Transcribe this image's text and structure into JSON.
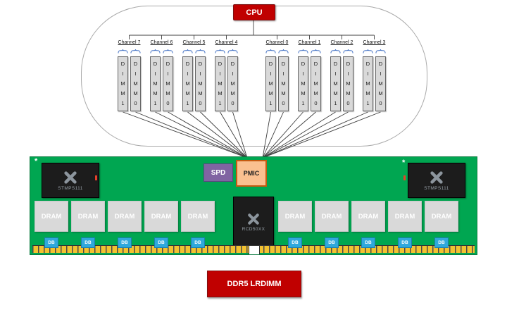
{
  "cpu_label": "CPU",
  "channels": [
    {
      "label": "Channel 7",
      "dimms": [
        "DIMM1",
        "DIMM0"
      ]
    },
    {
      "label": "Channel 6",
      "dimms": [
        "DIMM1",
        "DIMM0"
      ]
    },
    {
      "label": "Channel 5",
      "dimms": [
        "DIMM1",
        "DIMM0"
      ]
    },
    {
      "label": "Channel 4",
      "dimms": [
        "DIMM1",
        "DIMM0"
      ]
    },
    {
      "label": "Channel 0",
      "dimms": [
        "DIMM1",
        "DIMM0"
      ]
    },
    {
      "label": "Channel 1",
      "dimms": [
        "DIMM1",
        "DIMM0"
      ]
    },
    {
      "label": "Channel 2",
      "dimms": [
        "DIMM1",
        "DIMM0"
      ]
    },
    {
      "label": "Channel 3",
      "dimms": [
        "DIMM1",
        "DIMM0"
      ]
    }
  ],
  "board": {
    "power_chips": [
      "STMPS111",
      "STMPS111"
    ],
    "spd_label": "SPD",
    "pmic_label": "PMIC",
    "register_chip_label": "RCD50XX",
    "dram_labels_left": [
      "DRAM",
      "DRAM",
      "DRAM",
      "DRAM",
      "DRAM"
    ],
    "dram_labels_right": [
      "DRAM",
      "DRAM",
      "DRAM",
      "DRAM",
      "DRAM"
    ],
    "db_label": "DB",
    "corner_marks": [
      "*",
      "*"
    ]
  },
  "caption_label": "DDR5 LRDIMM",
  "colors": {
    "red": "#C00000",
    "board_green": "#00A651",
    "connector_gold": "#F2C230",
    "db_blue": "#2FA8DC",
    "spd_purple": "#8064A2",
    "pmic_fill": "#FAC090",
    "pmic_border": "#C55A11",
    "chip_dark": "#1C1C1C",
    "dimm_gray": "#D9D9D9",
    "wire": "#3F3F3F",
    "brace_blue": "#4472C4"
  }
}
